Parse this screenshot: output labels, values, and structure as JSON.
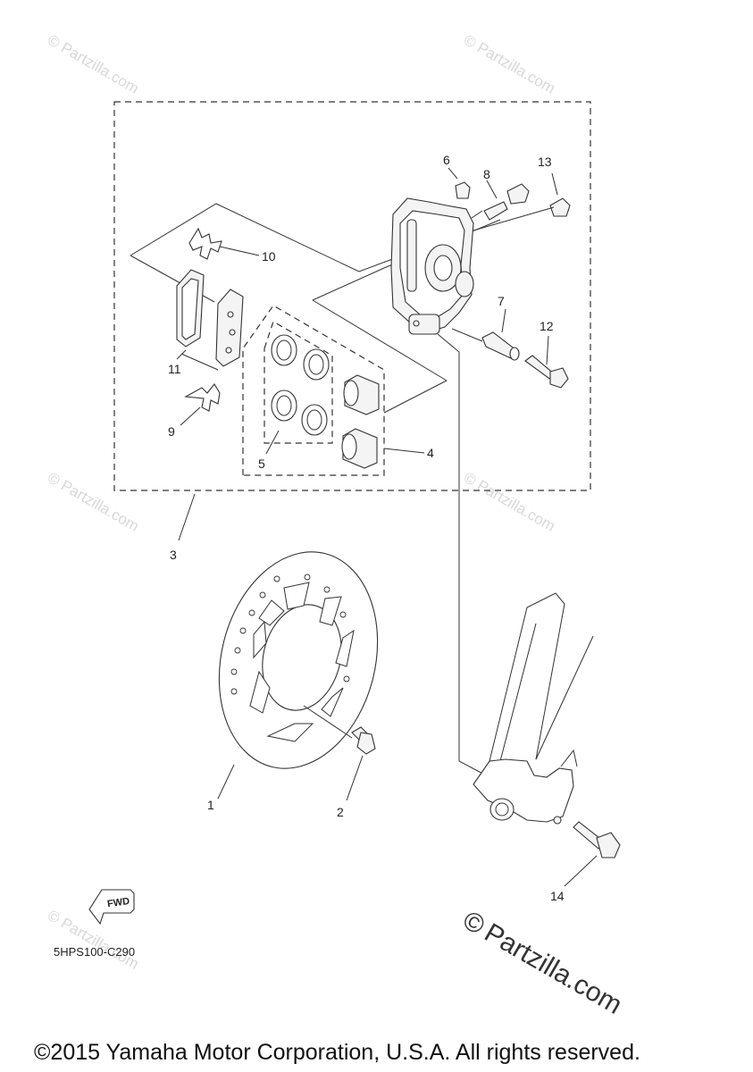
{
  "diagram_code": "5HPS100-C290",
  "fwd_label": "FWD",
  "copyright": "©2015 Yamaha Motor Corporation, U.S.A. All rights reserved.",
  "watermark": {
    "small": "© Partzilla.com",
    "large_symbol": "©",
    "large_text": "Partzilla.com"
  },
  "callouts": {
    "p1": "1",
    "p2": "2",
    "p3": "3",
    "p4": "4",
    "p5": "5",
    "p6": "6",
    "p7": "7",
    "p8": "8",
    "p9": "9",
    "p10": "10",
    "p11": "11",
    "p12": "12",
    "p13": "13",
    "p14": "14"
  }
}
